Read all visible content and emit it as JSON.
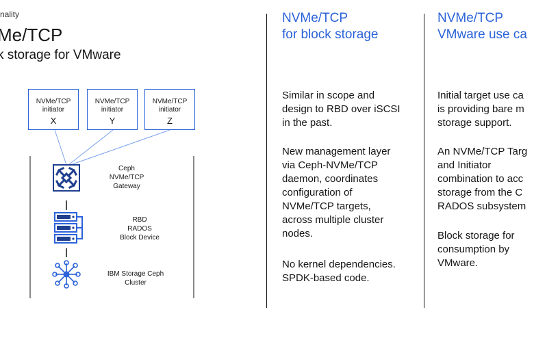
{
  "header": {
    "kicker": "nality",
    "title": "Me/TCP",
    "subtitle": "k storage for VMware"
  },
  "diagram": {
    "initiators": [
      {
        "line1": "NVMe/TCP",
        "line2": "initiator",
        "letter": "X"
      },
      {
        "line1": "NVMe/TCP",
        "line2": "initiator",
        "letter": "Y"
      },
      {
        "line1": "NVMe/TCP",
        "line2": "initiator",
        "letter": "Z"
      }
    ],
    "layers": [
      {
        "icon": "gateway-icon",
        "lines": [
          "Ceph",
          "NVMe/TCP",
          "Gateway"
        ]
      },
      {
        "icon": "server-stack-icon",
        "lines": [
          "RBD",
          "RADOS",
          "Block Device"
        ]
      },
      {
        "icon": "network-hub-icon",
        "lines": [
          "IBM Storage Ceph",
          "Cluster"
        ]
      }
    ],
    "accent": "#2b63d9"
  },
  "columns": [
    {
      "heading": [
        "NVMe/TCP",
        "for block storage"
      ],
      "paragraphs": [
        [
          "Similar in scope and",
          "design to RBD over iSCSI",
          "in the past."
        ],
        [
          "New management layer",
          "via Ceph-NVMe/TCP",
          "daemon, coordinates",
          "configuration of",
          "NVMe/TCP targets,",
          "across multiple cluster",
          "nodes."
        ],
        [
          "No kernel dependencies.",
          "SPDK-based code."
        ]
      ]
    },
    {
      "heading": [
        "NVMe/TCP",
        "VMware use ca"
      ],
      "paragraphs": [
        [
          "Initial target use ca",
          "is providing bare m",
          "storage support."
        ],
        [
          "An NVMe/TCP Targ",
          "and Initiator",
          "combination to acc",
          "storage from the C",
          "RADOS subsystem"
        ],
        [
          "Block storage for",
          "consumption by",
          "VMware."
        ]
      ]
    }
  ]
}
